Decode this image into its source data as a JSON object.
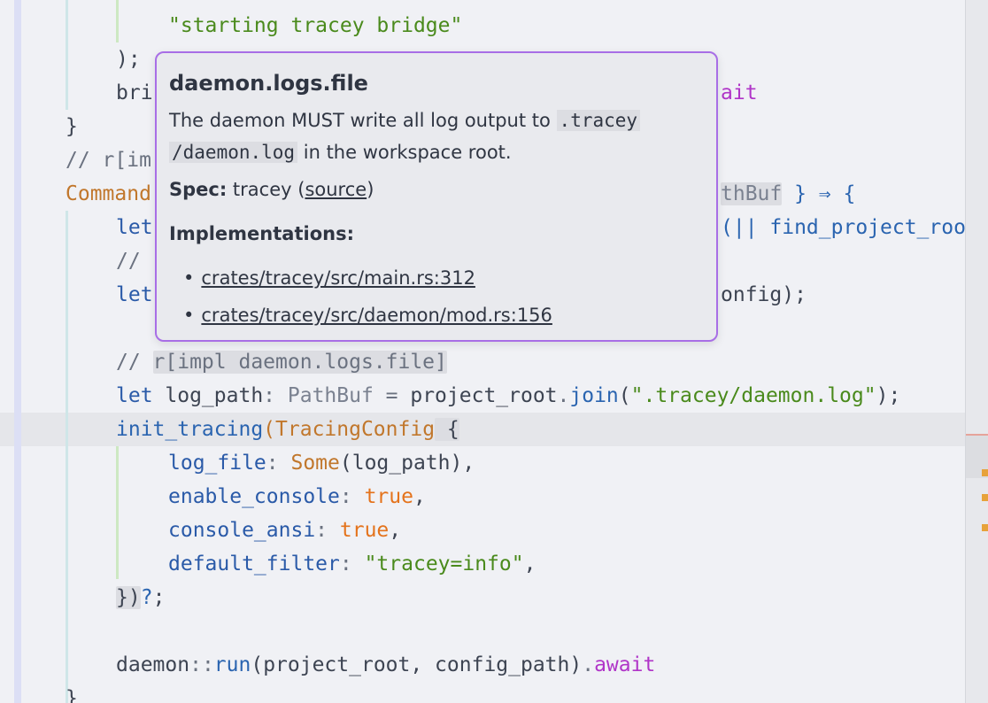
{
  "code": {
    "line1": "\"starting tracey bridge\"",
    "line2": ");",
    "line3_a": "bri",
    "line3_b": "ait",
    "line4": "}",
    "line5_a": "// r[im",
    "line6_a": "Command",
    "line6_b": "thBuf",
    "line6_c": "} ⇒ {",
    "line7_a": "let",
    "line7_b": "(|| find_project_roo",
    "line8_a": "//",
    "line9_a": "let",
    "line9_b": "onfig);",
    "line11_comment": "// ",
    "line11_tag": "r[impl daemon.logs.file]",
    "line12_kw": "let",
    "line12_var": " log_path",
    "line12_colon": ":",
    "line12_type": " PathBuf",
    "line12_eq": " = ",
    "line12_recv": "project_root",
    "line12_dot": ".",
    "line12_fn": "join",
    "line12_paren1": "(",
    "line12_str": "\".tracey/daemon.log\"",
    "line12_end": ");",
    "line13_fn": "init_tracing",
    "line13_paren": "(",
    "line13_type": "TracingConfig",
    "line13_brace": " {",
    "line14_field": "log_file",
    "line14_colon": ": ",
    "line14_type": "Some",
    "line14_rest": "(log_path),",
    "line15_field": "enable_console",
    "line15_colon": ": ",
    "line15_val": "true",
    "line15_comma": ",",
    "line16_field": "console_ansi",
    "line16_colon": ": ",
    "line16_val": "true",
    "line16_comma": ",",
    "line17_field": "default_filter",
    "line17_colon": ": ",
    "line17_val": "\"tracey=info\"",
    "line17_comma": ",",
    "line18_brace": "})",
    "line18_q": "?",
    "line18_semi": ";",
    "line20_a": "daemon",
    "line20_sep": "::",
    "line20_fn": "run",
    "line20_args": "(project_root, config_path)",
    "line20_dot": ".",
    "line20_await": "await",
    "line21": "}"
  },
  "hover": {
    "title": "daemon.logs.file",
    "desc_prefix": "The daemon MUST write all log output to ",
    "desc_code1": ".tracey",
    "desc_code2": "/daemon.log",
    "desc_suffix": " in the workspace root.",
    "spec_label": "Spec:",
    "spec_value": " tracey (",
    "spec_link": "source",
    "spec_close": ")",
    "impl_title": "Implementations:",
    "impl_items": [
      "crates/tracey/src/main.rs:312",
      "crates/tracey/src/daemon/mod.rs:156"
    ]
  },
  "colors": {
    "hover_border": "#a86ee6",
    "scrollbar_marker": "#e7a23a",
    "string": "#4a8a1c",
    "boolean": "#e4731c",
    "type": "#c1772c"
  }
}
